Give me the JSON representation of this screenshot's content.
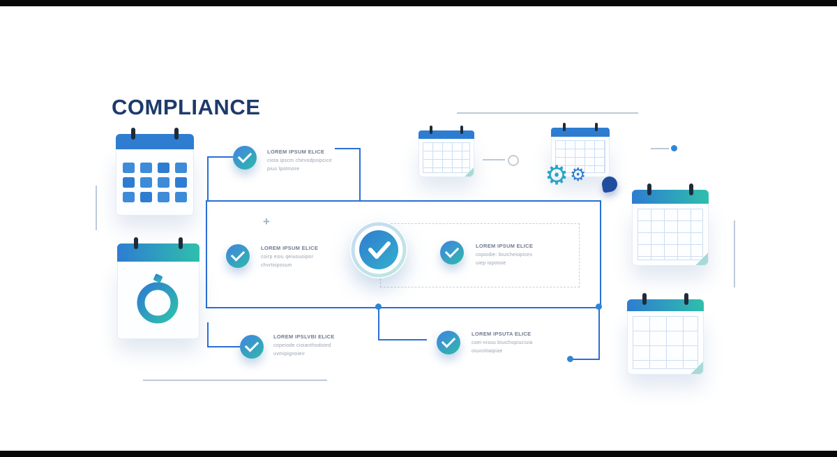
{
  "title": "COMPLIANCE",
  "decor": {
    "plus_glyph": "+"
  },
  "colors": {
    "accent_blue": "#2E7DD1",
    "accent_teal": "#2FB9A9",
    "title_navy": "#1D3A6B",
    "connector_blue": "#2A6FD4",
    "decor_gray": "#BCC9D8",
    "ring_dark": "#202B3A"
  },
  "notes": [
    {
      "id": "top",
      "lines": [
        "LOREM IPSUM ELICE",
        "ciota ipscm chevodpoipcice",
        "piuo lpotmore"
      ]
    },
    {
      "id": "mid-left",
      "lines": [
        "LOREM IPSUM ELICE",
        "coirp esiu qeiuouoipor",
        "chvrtoipssum"
      ]
    },
    {
      "id": "mid-right",
      "lines": [
        "LOREM IPSUM ELICE",
        "copiodie: biuicheiopices",
        "uiep iopotoie"
      ]
    },
    {
      "id": "bottom-left",
      "lines": [
        "LOREM IPSLVBI ELICE",
        "copeiode cioianthodoied",
        "uvmipignoieir"
      ]
    },
    {
      "id": "bottom-right",
      "lines": [
        "LOREM IPSUTA ELICE",
        "coei-nisuu biuichopiuciuia",
        "oiuvoitiaipiae"
      ]
    }
  ],
  "icons": {
    "calendar_grid": "calendar with date blocks",
    "calendar_magnifier": "calendar with inspection lens",
    "calendar_small": "small calendar page",
    "calendar_gears": "calendar with gears and badge",
    "calendar_right_top": "calendar page with folded corner",
    "calendar_right_bottom": "calendar page with folded corner",
    "check_circle": "circular checkmark",
    "main_check": "large verification checkmark"
  }
}
